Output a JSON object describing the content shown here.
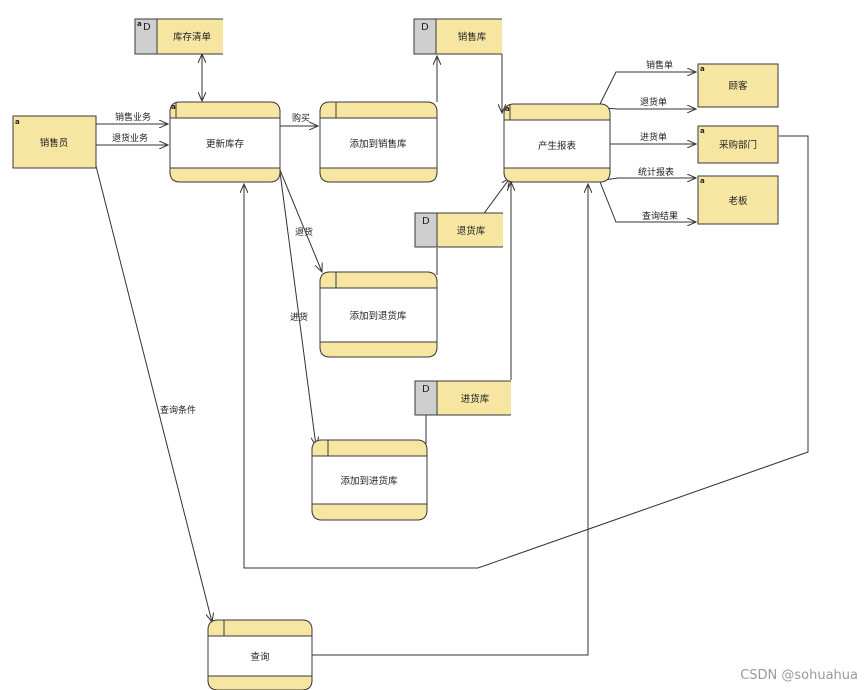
{
  "entities": {
    "salesperson": "销售员",
    "customer": "顾客",
    "purchasing": "采购部门",
    "boss": "老板",
    "marker": "a"
  },
  "processes": {
    "update_inventory": "更新库存",
    "add_to_sales": "添加到销售库",
    "add_to_returns": "添加到退货库",
    "add_to_purchases": "添加到进货库",
    "generate_report": "产生报表",
    "query": "查询"
  },
  "stores": {
    "inventory_list": "库存清单",
    "sales_db": "销售库",
    "returns_db": "退货库",
    "purchases_db": "进货库",
    "id": "D"
  },
  "flows": {
    "sales_business": "销售业务",
    "return_business": "退货业务",
    "purchase": "购买",
    "return_goods": "退货",
    "stock_in": "进货",
    "query_conditions": "查询条件",
    "sales_order": "销售单",
    "return_order": "退货单",
    "purchase_order": "进货单",
    "stats_report": "统计报表",
    "query_result": "查询结果"
  },
  "watermark": "CSDN @sohuahua",
  "colors": {
    "fill": "#f6e6a2",
    "stroke": "#3a3a3a",
    "store_id_fill": "#cfcfcf",
    "line": "#333333"
  }
}
